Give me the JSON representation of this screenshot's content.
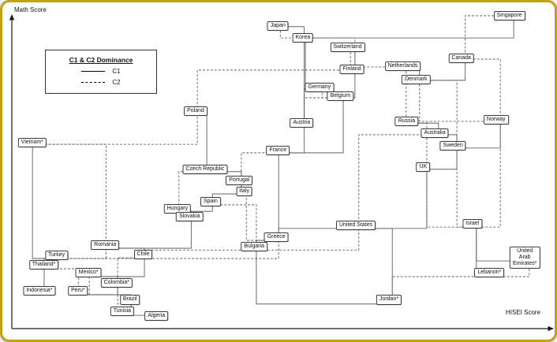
{
  "window": {
    "frame_border_color": "#c2a113",
    "background_color": "#ffffff"
  },
  "axes": {
    "y_label": "Math Score",
    "x_label": "HISEI Score"
  },
  "legend": {
    "title": "C1 & C2 Dominance",
    "items": [
      {
        "label": "C1",
        "style": "solid"
      },
      {
        "label": "C2",
        "style": "dashed"
      }
    ]
  },
  "chart_data": {
    "type": "scatter",
    "title": "",
    "xlabel": "HISEI Score",
    "ylabel": "Math Score",
    "axis_ticks": "none (unlabeled axes with arrowheads)",
    "edge_styles": {
      "C1": "solid",
      "C2": "dashed"
    },
    "points": [
      {
        "label": "Singapore",
        "x_pct": 91.8,
        "y_pct": 3.9
      },
      {
        "label": "Japan",
        "x_pct": 49.9,
        "y_pct": 7.1
      },
      {
        "label": "Korea",
        "x_pct": 54.4,
        "y_pct": 10.4
      },
      {
        "label": "Switzerland",
        "x_pct": 62.5,
        "y_pct": 13.4
      },
      {
        "label": "Canada",
        "x_pct": 83.1,
        "y_pct": 16.6
      },
      {
        "label": "Netherlands",
        "x_pct": 72.5,
        "y_pct": 18.9
      },
      {
        "label": "Finland",
        "x_pct": 63.3,
        "y_pct": 19.8
      },
      {
        "label": "Denmark",
        "x_pct": 74.9,
        "y_pct": 22.8
      },
      {
        "label": "Germany",
        "x_pct": 57.4,
        "y_pct": 25.3
      },
      {
        "label": "Belgium",
        "x_pct": 61.2,
        "y_pct": 27.9
      },
      {
        "label": "Poland",
        "x_pct": 35.0,
        "y_pct": 32.3
      },
      {
        "label": "Austria",
        "x_pct": 54.2,
        "y_pct": 35.7
      },
      {
        "label": "Russia",
        "x_pct": 73.2,
        "y_pct": 35.3
      },
      {
        "label": "Norway",
        "x_pct": 89.4,
        "y_pct": 34.8
      },
      {
        "label": "Australia",
        "x_pct": 78.3,
        "y_pct": 38.7
      },
      {
        "label": "Sweden",
        "x_pct": 81.6,
        "y_pct": 42.6
      },
      {
        "label": "Vietnam*",
        "x_pct": 5.4,
        "y_pct": 41.5
      },
      {
        "label": "France",
        "x_pct": 49.9,
        "y_pct": 44.0
      },
      {
        "label": "UK",
        "x_pct": 76.2,
        "y_pct": 48.8
      },
      {
        "label": "Czech Republic",
        "x_pct": 36.7,
        "y_pct": 49.5
      },
      {
        "label": "Portugal",
        "x_pct": 42.9,
        "y_pct": 52.8
      },
      {
        "label": "Italy",
        "x_pct": 43.8,
        "y_pct": 56.0
      },
      {
        "label": "Spain",
        "x_pct": 37.7,
        "y_pct": 59.2
      },
      {
        "label": "Hungary",
        "x_pct": 31.7,
        "y_pct": 61.1
      },
      {
        "label": "Slovakia",
        "x_pct": 33.9,
        "y_pct": 63.6
      },
      {
        "label": "United States",
        "x_pct": 64.0,
        "y_pct": 66.1
      },
      {
        "label": "Israel",
        "x_pct": 85.1,
        "y_pct": 65.7
      },
      {
        "label": "Greece",
        "x_pct": 49.6,
        "y_pct": 69.6
      },
      {
        "label": "Bulgaria",
        "x_pct": 45.6,
        "y_pct": 72.4
      },
      {
        "label": "Romania",
        "x_pct": 18.6,
        "y_pct": 71.9
      },
      {
        "label": "Chile",
        "x_pct": 25.5,
        "y_pct": 74.7
      },
      {
        "label": "Turkey",
        "x_pct": 9.8,
        "y_pct": 74.9
      },
      {
        "label": "United Arab Emirates*",
        "x_pct": 94.6,
        "y_pct": 75.6
      },
      {
        "label": "Thailand*",
        "x_pct": 7.5,
        "y_pct": 77.9
      },
      {
        "label": "Mexico*",
        "x_pct": 15.6,
        "y_pct": 80.2
      },
      {
        "label": "Lebanon*",
        "x_pct": 88.2,
        "y_pct": 80.2
      },
      {
        "label": "Colombia*",
        "x_pct": 20.7,
        "y_pct": 83.2
      },
      {
        "label": "Indonesia*",
        "x_pct": 6.7,
        "y_pct": 85.5
      },
      {
        "label": "Peru*",
        "x_pct": 13.7,
        "y_pct": 85.5
      },
      {
        "label": "Brazil",
        "x_pct": 23.1,
        "y_pct": 88.2
      },
      {
        "label": "Jordan*",
        "x_pct": 70.0,
        "y_pct": 88.2
      },
      {
        "label": "Tunisia",
        "x_pct": 21.7,
        "y_pct": 91.5
      },
      {
        "label": "Algeria",
        "x_pct": 27.9,
        "y_pct": 92.9
      }
    ],
    "edges": [
      {
        "from": "Singapore",
        "to": "Korea",
        "class": "C1"
      },
      {
        "from": "Japan",
        "to": "Austria",
        "class": "C1"
      },
      {
        "from": "Korea",
        "to": "Germany",
        "class": "C1"
      },
      {
        "from": "Switzerland",
        "to": "Finland",
        "class": "C1"
      },
      {
        "from": "Canada",
        "to": "Denmark",
        "class": "C1"
      },
      {
        "from": "Netherlands",
        "to": "Denmark",
        "class": "C1"
      },
      {
        "from": "Finland",
        "to": "Belgium",
        "class": "C1"
      },
      {
        "from": "Germany",
        "to": "Austria",
        "class": "C1"
      },
      {
        "from": "Belgium",
        "to": "France",
        "class": "C1"
      },
      {
        "from": "Poland",
        "to": "Czech Republic",
        "class": "C1"
      },
      {
        "from": "Austria",
        "to": "France",
        "class": "C1"
      },
      {
        "from": "Russia",
        "to": "Australia",
        "class": "C1"
      },
      {
        "from": "Norway",
        "to": "Sweden",
        "class": "C1"
      },
      {
        "from": "Australia",
        "to": "Sweden",
        "class": "C1"
      },
      {
        "from": "Sweden",
        "to": "UK",
        "class": "C1"
      },
      {
        "from": "France",
        "to": "Greece",
        "class": "C1"
      },
      {
        "from": "UK",
        "to": "United States",
        "class": "C1"
      },
      {
        "from": "Czech Republic",
        "to": "Portugal",
        "class": "C1"
      },
      {
        "from": "Portugal",
        "to": "Italy",
        "class": "C1"
      },
      {
        "from": "Italy",
        "to": "Spain",
        "class": "C1"
      },
      {
        "from": "Spain",
        "to": "Hungary",
        "class": "C1"
      },
      {
        "from": "Hungary",
        "to": "Slovakia",
        "class": "C1"
      },
      {
        "from": "Slovakia",
        "to": "Romania",
        "class": "C1"
      },
      {
        "from": "United States",
        "to": "Greece",
        "class": "C1"
      },
      {
        "from": "Israel",
        "to": "United Arab Emirates*",
        "class": "C1"
      },
      {
        "from": "Greece",
        "to": "Bulgaria",
        "class": "C1"
      },
      {
        "from": "Bulgaria",
        "to": "Jordan*",
        "class": "C1"
      },
      {
        "from": "Romania",
        "to": "Chile",
        "class": "C1"
      },
      {
        "from": "Chile",
        "to": "Mexico*",
        "class": "C1"
      },
      {
        "from": "Turkey",
        "to": "Thailand*",
        "class": "C1"
      },
      {
        "from": "Thailand*",
        "to": "Indonesia*",
        "class": "C1"
      },
      {
        "from": "Mexico*",
        "to": "Colombia*",
        "class": "C1"
      },
      {
        "from": "Colombia*",
        "to": "Peru*",
        "class": "C1"
      },
      {
        "from": "Peru*",
        "to": "Brazil",
        "class": "C1"
      },
      {
        "from": "Brazil",
        "to": "Tunisia",
        "class": "C1"
      },
      {
        "from": "Tunisia",
        "to": "Algeria",
        "class": "C1"
      },
      {
        "from": "Vietnam*",
        "to": "Turkey",
        "class": "C1"
      },
      {
        "from": "United States",
        "to": "Jordan*",
        "class": "C1"
      },
      {
        "from": "Israel",
        "to": "Lebanon*",
        "class": "C1"
      },
      {
        "from": "Singapore",
        "to": "Canada",
        "class": "C2"
      },
      {
        "from": "Japan",
        "to": "Korea",
        "class": "C2"
      },
      {
        "from": "Korea",
        "to": "Finland",
        "class": "C2"
      },
      {
        "from": "Switzerland",
        "to": "Netherlands",
        "class": "C2"
      },
      {
        "from": "Canada",
        "to": "Norway",
        "class": "C2"
      },
      {
        "from": "Netherlands",
        "to": "Russia",
        "class": "C2"
      },
      {
        "from": "Finland",
        "to": "Poland",
        "class": "C2"
      },
      {
        "from": "Denmark",
        "to": "Norway",
        "class": "C2"
      },
      {
        "from": "Denmark",
        "to": "Sweden",
        "class": "C2"
      },
      {
        "from": "Germany",
        "to": "Belgium",
        "class": "C2"
      },
      {
        "from": "Belgium",
        "to": "Austria",
        "class": "C2"
      },
      {
        "from": "Poland",
        "to": "Vietnam*",
        "class": "C2"
      },
      {
        "from": "Russia",
        "to": "UK",
        "class": "C2"
      },
      {
        "from": "Norway",
        "to": "Israel",
        "class": "C2"
      },
      {
        "from": "Australia",
        "to": "United States",
        "class": "C2"
      },
      {
        "from": "Sweden",
        "to": "Israel",
        "class": "C2"
      },
      {
        "from": "France",
        "to": "Portugal",
        "class": "C2"
      },
      {
        "from": "UK",
        "to": "Israel",
        "class": "C2"
      },
      {
        "from": "Czech Republic",
        "to": "Hungary",
        "class": "C2"
      },
      {
        "from": "Italy",
        "to": "Greece",
        "class": "C2"
      },
      {
        "from": "Spain",
        "to": "Bulgaria",
        "class": "C2"
      },
      {
        "from": "United States",
        "to": "Bulgaria",
        "class": "C2"
      },
      {
        "from": "Bulgaria",
        "to": "Chile",
        "class": "C2"
      },
      {
        "from": "Romania",
        "to": "Turkey",
        "class": "C2"
      },
      {
        "from": "Chile",
        "to": "Colombia*",
        "class": "C2"
      },
      {
        "from": "Mexico*",
        "to": "Peru*",
        "class": "C2"
      },
      {
        "from": "Thailand*",
        "to": "Peru*",
        "class": "C2"
      },
      {
        "from": "Colombia*",
        "to": "Brazil",
        "class": "C2"
      },
      {
        "from": "Lebanon*",
        "to": "Jordan*",
        "class": "C2"
      },
      {
        "from": "United Arab Emirates*",
        "to": "Lebanon*",
        "class": "C2"
      },
      {
        "from": "Vietnam*",
        "to": "Romania",
        "class": "C2"
      },
      {
        "from": "Greece",
        "to": "Turkey",
        "class": "C2"
      }
    ]
  }
}
